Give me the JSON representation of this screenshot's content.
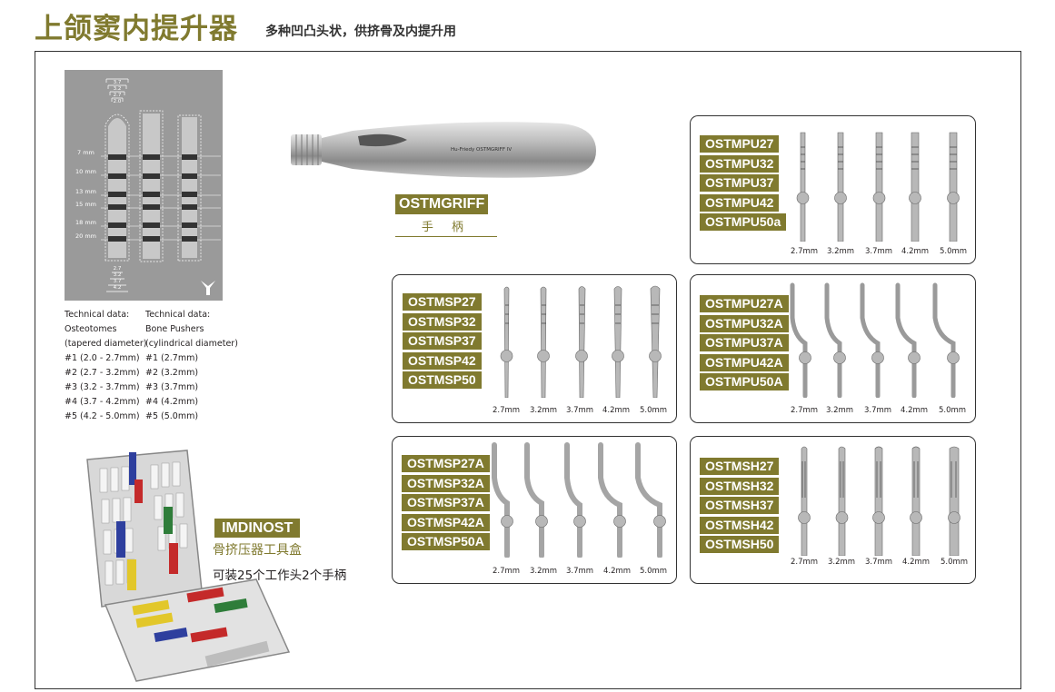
{
  "header": {
    "title": "上颌窦内提升器",
    "subtitle": "多种凹凸头状，供挤骨及内提升用"
  },
  "diagram": {
    "top_dims": [
      "3.7",
      "3.2",
      "2.7",
      "2.0"
    ],
    "depth_marks": [
      "7 mm",
      "10 mm",
      "13 mm",
      "15 mm",
      "18 mm",
      "20 mm"
    ],
    "bottom_dims": [
      "2.7",
      "3.2",
      "3.7",
      "4.2"
    ]
  },
  "tech_left": [
    "Technical data:",
    "Osteotomes",
    "(tapered diameter)",
    "#1 (2.0 - 2.7mm)",
    "#2 (2.7 - 3.2mm)",
    "#3 (3.2 - 3.7mm)",
    "#4 (3.7 - 4.2mm)",
    "#5 (4.2 - 5.0mm)"
  ],
  "tech_right": [
    "Technical data:",
    "Bone Pushers",
    "(cylindrical diameter)",
    "#1 (2.7mm)",
    "#2 (3.2mm)",
    "#3 (3.7mm)",
    "#4 (4.2mm)",
    "#5 (5.0mm)"
  ],
  "handle": {
    "code": "OSTMGRIFF",
    "label": "手 柄",
    "engraving": "Hu-Friedy  OSTMGRIFF IV"
  },
  "kit": {
    "code": "IMDINOST",
    "name": "骨挤压器工具盒",
    "desc": "可装25个工作头2个手柄"
  },
  "sizes": [
    "2.7mm",
    "3.2mm",
    "3.7mm",
    "4.2mm",
    "5.0mm"
  ],
  "groups": {
    "mpu": {
      "codes": [
        "OSTMPU27",
        "OSTMPU32",
        "OSTMPU37",
        "OSTMPU42",
        "OSTMPU50a"
      ]
    },
    "msp": {
      "codes": [
        "OSTMSP27",
        "OSTMSP32",
        "OSTMSP37",
        "OSTMSP42",
        "OSTMSP50"
      ]
    },
    "mpua": {
      "codes": [
        "OSTMPU27A",
        "OSTMPU32A",
        "OSTMPU37A",
        "OSTMPU42A",
        "OSTMPU50A"
      ]
    },
    "mspa": {
      "codes": [
        "OSTMSP27A",
        "OSTMSP32A",
        "OSTMSP37A",
        "OSTMSP42A",
        "OSTMSP50A"
      ]
    },
    "msh": {
      "codes": [
        "OSTMSH27",
        "OSTMSH32",
        "OSTMSH37",
        "OSTMSH42",
        "OSTMSH50"
      ]
    }
  },
  "colors": {
    "accent": "#807a2f",
    "steel": "#b5b5b5",
    "diagram_bg": "#9a9a9a"
  }
}
